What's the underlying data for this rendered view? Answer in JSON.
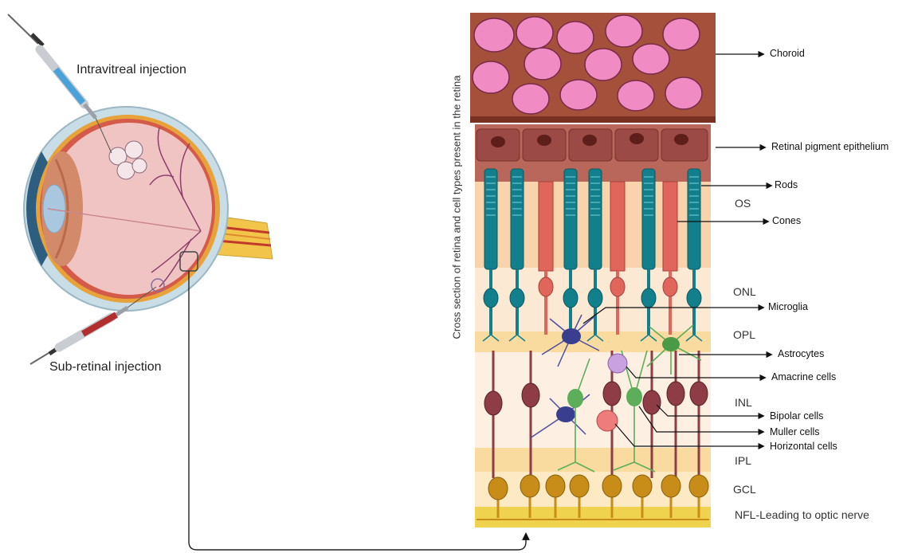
{
  "eye": {
    "intravitreal_label": "Intravitreal injection",
    "subretinal_label": "Sub-retinal injection"
  },
  "retina": {
    "vertical_title": "Cross section of retina and cell types present in the retina",
    "layers": [
      "OS",
      "ONL",
      "OPL",
      "INL",
      "IPL",
      "GCL",
      "NFL-Leading to optic nerve"
    ],
    "cells": [
      "Choroid",
      "Retinal pigment epithelium",
      "Rods",
      "Cones",
      "Microglia",
      "Astrocytes",
      "Amacrine cells",
      "Bipolar cells",
      "Muller cells",
      "Horizontal cells"
    ]
  },
  "colors": {
    "choroid": "#a5503a",
    "rbc": "#f08bc3",
    "rpe": "#b8675a",
    "os_band": "#f9d3ac",
    "onl_band": "#fce9d4",
    "opl_band": "#f9dba0",
    "gcl_band": "#fde9c4",
    "nfl_band": "#efd34e",
    "rod": "#12808c",
    "cone": "#e0665c",
    "bipolar": "#8e3c46",
    "ganglion": "#c88c18",
    "microglia": "#4b4ea0",
    "muller": "#5cae5a",
    "amacrine": "#b58ad0"
  }
}
